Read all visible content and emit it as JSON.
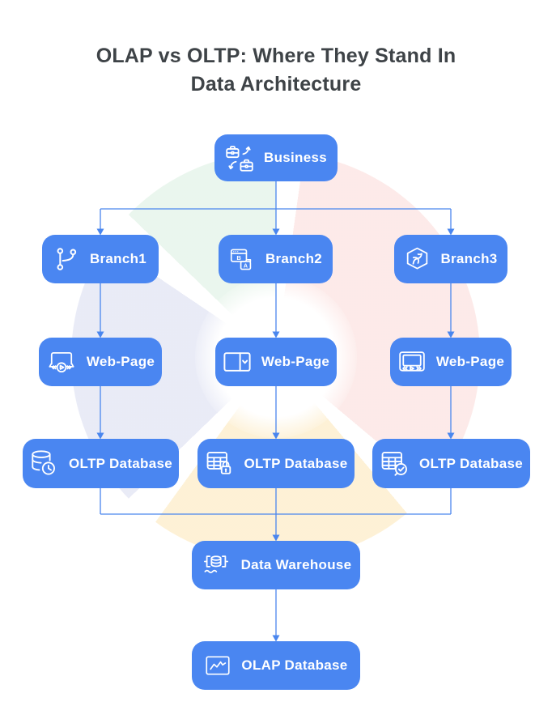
{
  "title": {
    "line1": "OLAP vs OLTP: Where They Stand In",
    "line2": "Data Architecture"
  },
  "palette": {
    "node_blue": "#4a86f1",
    "connector_blue": "#4a86ee",
    "title_gray": "#3e4347",
    "node_text": "#ffffff",
    "watermark_red": "#ea4335",
    "watermark_yellow": "#f6b21b",
    "watermark_blue": "#7e8acd",
    "watermark_green": "#34a853"
  },
  "nodes": {
    "business": {
      "label": "Business",
      "icon": "briefcase-sync-icon"
    },
    "branch1": {
      "label": "Branch1",
      "icon": "git-branch-icon"
    },
    "branch2": {
      "label": "Branch2",
      "icon": "ab-test-windows-icon"
    },
    "branch3": {
      "label": "Branch3",
      "icon": "hexagon-branch-icon"
    },
    "webpage1": {
      "label": "Web-Page",
      "icon": "laptop-play-icon"
    },
    "webpage2": {
      "label": "Web-Page",
      "icon": "split-pane-dropdown-icon"
    },
    "webpage3": {
      "label": "Web-Page",
      "icon": "monitor-play-icon"
    },
    "oltp1": {
      "label": "OLTP Database",
      "icon": "database-clock-icon"
    },
    "oltp2": {
      "label": "OLTP Database",
      "icon": "table-lock-icon"
    },
    "oltp3": {
      "label": "OLTP Database",
      "icon": "table-check-icon"
    },
    "warehouse": {
      "label": "Data Warehouse",
      "icon": "warehouse-database-icon"
    },
    "olap": {
      "label": "OLAP Database",
      "icon": "line-chart-icon"
    }
  },
  "structure": {
    "flow": [
      "business -> branch1, branch2, branch3",
      "branch1 -> webpage1 -> oltp1",
      "branch2 -> webpage2 -> oltp2",
      "branch3 -> webpage3 -> oltp3",
      "oltp1, oltp2, oltp3 -> warehouse -> olap"
    ]
  }
}
